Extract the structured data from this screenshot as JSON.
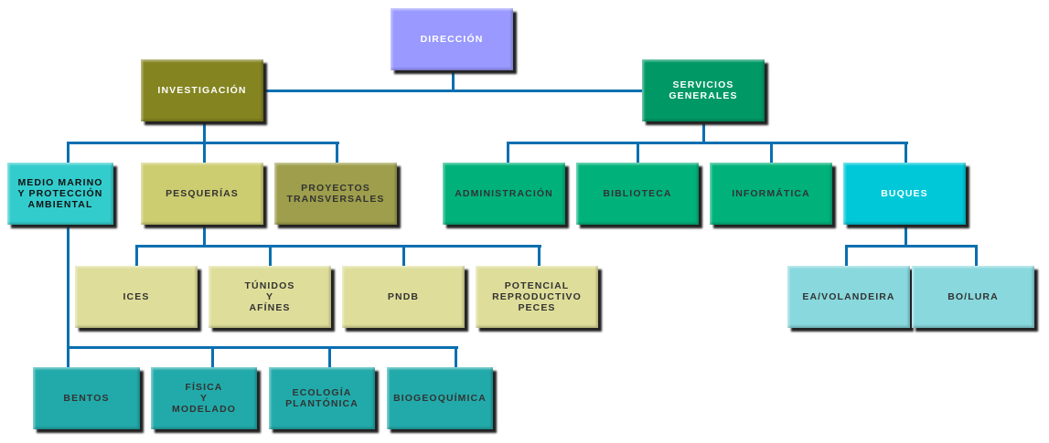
{
  "colors": {
    "connector": "#0a6fb0"
  },
  "direccion": "DIRECCIÓN",
  "investigacion": "INVESTIGACIÓN",
  "servicios_generales": "SERVICIOS\nGENERALES",
  "investigacion_children": {
    "medio_marino": "MEDIO MARINO\nY PROTECCIÓN\nAMBIENTAL",
    "pesquerias": "PESQUERÍAS",
    "proyectos": "PROYECTOS\nTRANSVERSALES"
  },
  "servicios_children": {
    "administracion": "ADMINISTRACIÓN",
    "biblioteca": "BIBLIOTECA",
    "informatica": "INFORMÁTICA",
    "buques": "BUQUES"
  },
  "pesquerias_children": {
    "ices": "ICES",
    "tunidos": "TÚNIDOS\nY\nAFÍNES",
    "pndb": "PNDB",
    "potencial": "POTENCIAL\nREPRODUCTIVO\nPECES"
  },
  "buques_children": {
    "volandeira": "EA/VOLANDEIRA",
    "lura": "BO/LURA"
  },
  "medio_marino_children": {
    "bentos": "BENTOS",
    "fisica": "FÍSICA\nY\nMODELADO",
    "ecologia": "ECOLOGÍA\nPLANTÓNICA",
    "biogeoquimica": "BIOGEOQUÍMICA"
  }
}
